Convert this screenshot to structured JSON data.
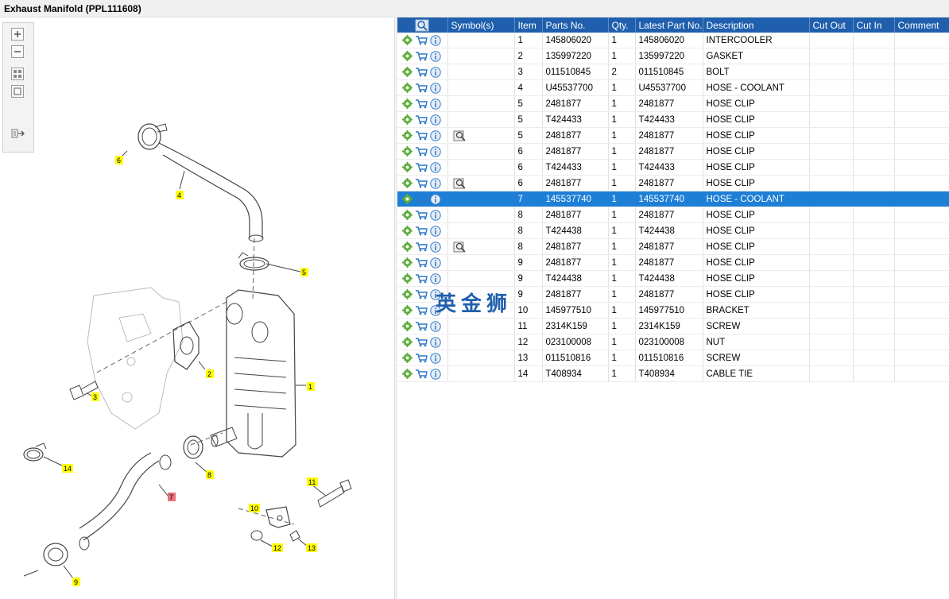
{
  "window": {
    "title": "Exhaust Manifold (PPL111608)"
  },
  "toolbar": {
    "buttons": [
      {
        "name": "zoom-in-button",
        "icon": "plus-icon"
      },
      {
        "name": "zoom-out-button",
        "icon": "minus-icon"
      },
      {
        "name": "fit-all-button",
        "icon": "grid-icon"
      },
      {
        "name": "actual-size-button",
        "icon": "square-icon"
      },
      {
        "name": "export-button",
        "icon": "export-icon"
      }
    ]
  },
  "diagram": {
    "callouts": [
      "6",
      "4",
      "5",
      "2",
      "1",
      "3",
      "14",
      "8",
      "7",
      "11",
      "10",
      "12",
      "13",
      "9"
    ],
    "highlighted_callout": "7",
    "highlight_color": "#e8747c",
    "callout_color": "#ffff00"
  },
  "table": {
    "columns": [
      "",
      "Symbol(s)",
      "Item",
      "Parts No.",
      "Qty.",
      "Latest Part No.",
      "Description",
      "Cut Out",
      "Cut In",
      "Comment"
    ],
    "header_color": "#1f5fad",
    "selected_color": "#1e7fd6",
    "rows": [
      {
        "symbol": false,
        "item": "1",
        "part": "145806020",
        "qty": "1",
        "latest": "145806020",
        "desc": "INTERCOOLER",
        "cut_out": "",
        "cut_in": "",
        "comment": ""
      },
      {
        "symbol": false,
        "item": "2",
        "part": "135997220",
        "qty": "1",
        "latest": "135997220",
        "desc": "GASKET",
        "cut_out": "",
        "cut_in": "",
        "comment": ""
      },
      {
        "symbol": false,
        "item": "3",
        "part": "011510845",
        "qty": "2",
        "latest": "011510845",
        "desc": "BOLT",
        "cut_out": "",
        "cut_in": "",
        "comment": ""
      },
      {
        "symbol": false,
        "item": "4",
        "part": "U45537700",
        "qty": "1",
        "latest": "U45537700",
        "desc": "HOSE - COOLANT",
        "cut_out": "",
        "cut_in": "",
        "comment": ""
      },
      {
        "symbol": false,
        "item": "5",
        "part": "2481877",
        "qty": "1",
        "latest": "2481877",
        "desc": "HOSE CLIP",
        "cut_out": "",
        "cut_in": "",
        "comment": ""
      },
      {
        "symbol": false,
        "item": "5",
        "part": "T424433",
        "qty": "1",
        "latest": "T424433",
        "desc": "HOSE CLIP",
        "cut_out": "",
        "cut_in": "",
        "comment": ""
      },
      {
        "symbol": true,
        "item": "5",
        "part": "2481877",
        "qty": "1",
        "latest": "2481877",
        "desc": "HOSE CLIP",
        "cut_out": "",
        "cut_in": "",
        "comment": ""
      },
      {
        "symbol": false,
        "item": "6",
        "part": "2481877",
        "qty": "1",
        "latest": "2481877",
        "desc": "HOSE CLIP",
        "cut_out": "",
        "cut_in": "",
        "comment": ""
      },
      {
        "symbol": false,
        "item": "6",
        "part": "T424433",
        "qty": "1",
        "latest": "T424433",
        "desc": "HOSE CLIP",
        "cut_out": "",
        "cut_in": "",
        "comment": ""
      },
      {
        "symbol": true,
        "item": "6",
        "part": "2481877",
        "qty": "1",
        "latest": "2481877",
        "desc": "HOSE CLIP",
        "cut_out": "",
        "cut_in": "",
        "comment": ""
      },
      {
        "symbol": false,
        "item": "7",
        "part": "145537740",
        "qty": "1",
        "latest": "145537740",
        "desc": "HOSE - COOLANT",
        "cut_out": "",
        "cut_in": "",
        "comment": "",
        "selected": true
      },
      {
        "symbol": false,
        "item": "8",
        "part": "2481877",
        "qty": "1",
        "latest": "2481877",
        "desc": "HOSE CLIP",
        "cut_out": "",
        "cut_in": "",
        "comment": ""
      },
      {
        "symbol": false,
        "item": "8",
        "part": "T424438",
        "qty": "1",
        "latest": "T424438",
        "desc": "HOSE CLIP",
        "cut_out": "",
        "cut_in": "",
        "comment": ""
      },
      {
        "symbol": true,
        "item": "8",
        "part": "2481877",
        "qty": "1",
        "latest": "2481877",
        "desc": "HOSE CLIP",
        "cut_out": "",
        "cut_in": "",
        "comment": ""
      },
      {
        "symbol": false,
        "item": "9",
        "part": "2481877",
        "qty": "1",
        "latest": "2481877",
        "desc": "HOSE CLIP",
        "cut_out": "",
        "cut_in": "",
        "comment": ""
      },
      {
        "symbol": false,
        "item": "9",
        "part": "T424438",
        "qty": "1",
        "latest": "T424438",
        "desc": "HOSE CLIP",
        "cut_out": "",
        "cut_in": "",
        "comment": ""
      },
      {
        "symbol": false,
        "item": "9",
        "part": "2481877",
        "qty": "1",
        "latest": "2481877",
        "desc": "HOSE CLIP",
        "cut_out": "",
        "cut_in": "",
        "comment": ""
      },
      {
        "symbol": false,
        "item": "10",
        "part": "145977510",
        "qty": "1",
        "latest": "145977510",
        "desc": "BRACKET",
        "cut_out": "",
        "cut_in": "",
        "comment": ""
      },
      {
        "symbol": false,
        "item": "11",
        "part": "2314K159",
        "qty": "1",
        "latest": "2314K159",
        "desc": "SCREW",
        "cut_out": "",
        "cut_in": "",
        "comment": ""
      },
      {
        "symbol": false,
        "item": "12",
        "part": "023100008",
        "qty": "1",
        "latest": "023100008",
        "desc": "NUT",
        "cut_out": "",
        "cut_in": "",
        "comment": ""
      },
      {
        "symbol": false,
        "item": "13",
        "part": "011510816",
        "qty": "1",
        "latest": "011510816",
        "desc": "SCREW",
        "cut_out": "",
        "cut_in": "",
        "comment": ""
      },
      {
        "symbol": false,
        "item": "14",
        "part": "T408934",
        "qty": "1",
        "latest": "T408934",
        "desc": "CABLE TIE",
        "cut_out": "",
        "cut_in": "",
        "comment": ""
      }
    ]
  },
  "watermark": {
    "text": "英金狮"
  }
}
